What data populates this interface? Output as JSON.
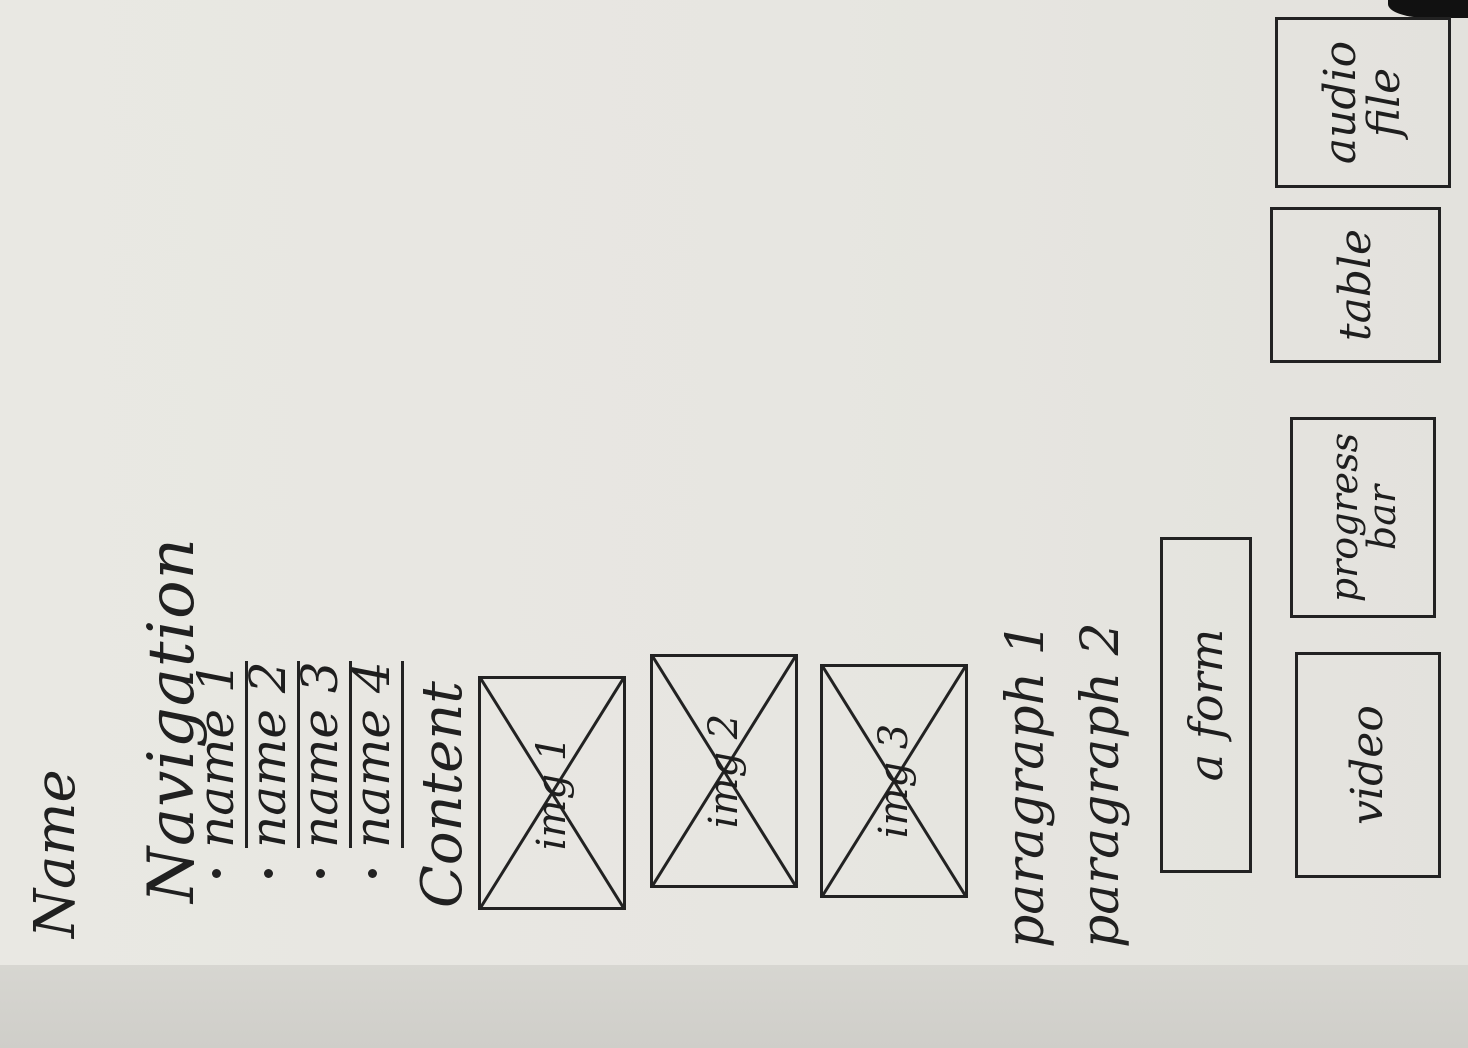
{
  "app": {
    "name": "Name"
  },
  "navigation": {
    "heading": "Navigation",
    "items": [
      {
        "label": "name 1"
      },
      {
        "label": "name 2"
      },
      {
        "label": "name 3"
      },
      {
        "label": "name 4"
      }
    ]
  },
  "content": {
    "heading": "Content",
    "images": [
      {
        "label": "img 1"
      },
      {
        "label": "img 2"
      },
      {
        "label": "img 3"
      }
    ],
    "paragraphs": [
      "paragraph 1",
      "paragraph 2"
    ],
    "form": {
      "label": "a form"
    },
    "media": {
      "video": "video",
      "progress_bar": "progress bar",
      "table": "table",
      "audio_file": "audio file"
    }
  }
}
